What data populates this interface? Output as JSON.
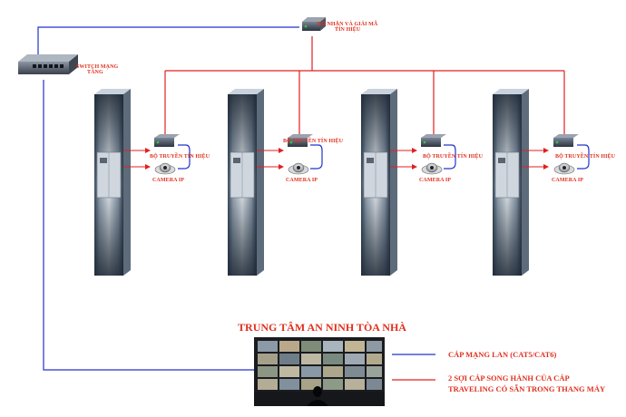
{
  "receiver": {
    "label_line1": "BỘ NHẬN VÀ GIẢI MÃ",
    "label_line2": "TÍN HIỆU"
  },
  "switch": {
    "label_line1": "SWITCH MẠNG",
    "label_line2": "TẦNG"
  },
  "elevators": [
    {
      "transmitter_label": "BỘ TRUYỀN TÍN HIỆU",
      "camera_label": "CAMERA IP"
    },
    {
      "transmitter_label": "BỘ TRUYỀN TÍN HIỆU",
      "camera_label": "CAMERA IP"
    },
    {
      "transmitter_label": "BỘ TRUYỀN TÍN HIỆU",
      "camera_label": "CAMERA IP"
    },
    {
      "transmitter_label": "BỘ TRUYỀN TÍN HIỆU",
      "camera_label": "CAMERA IP"
    }
  ],
  "control_center": {
    "title": "TRUNG TÂM AN NINH TÒA NHÀ"
  },
  "legend": {
    "blue_line": "CÁP MẠNG LAN (CAT5/CAT6)",
    "red_line_1": "2 SỢI CÁP SONG HÀNH CỦA CÁP",
    "red_line_2": "TRAVELING CÓ SẴN TRONG THANG MÁY"
  },
  "colors": {
    "lan_cable": "#2233cc",
    "traveling_cable": "#e02020",
    "label_text": "#e0301e"
  }
}
